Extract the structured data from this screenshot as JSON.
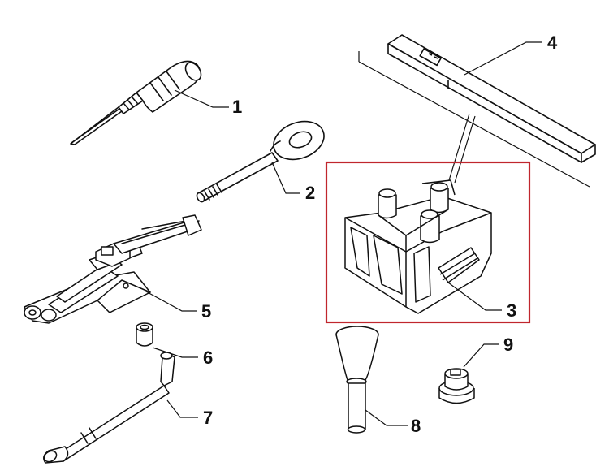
{
  "colors": {
    "stroke": "#111111",
    "fill": "#ffffff",
    "shade": "#d9d9d9",
    "highlight": "#c0262d"
  },
  "callouts": [
    {
      "id": "1",
      "label": "1"
    },
    {
      "id": "2",
      "label": "2"
    },
    {
      "id": "3",
      "label": "3"
    },
    {
      "id": "4",
      "label": "4"
    },
    {
      "id": "5",
      "label": "5"
    },
    {
      "id": "6",
      "label": "6"
    },
    {
      "id": "7",
      "label": "7"
    },
    {
      "id": "8",
      "label": "8"
    },
    {
      "id": "9",
      "label": "9"
    }
  ],
  "highlighted_part": "3"
}
